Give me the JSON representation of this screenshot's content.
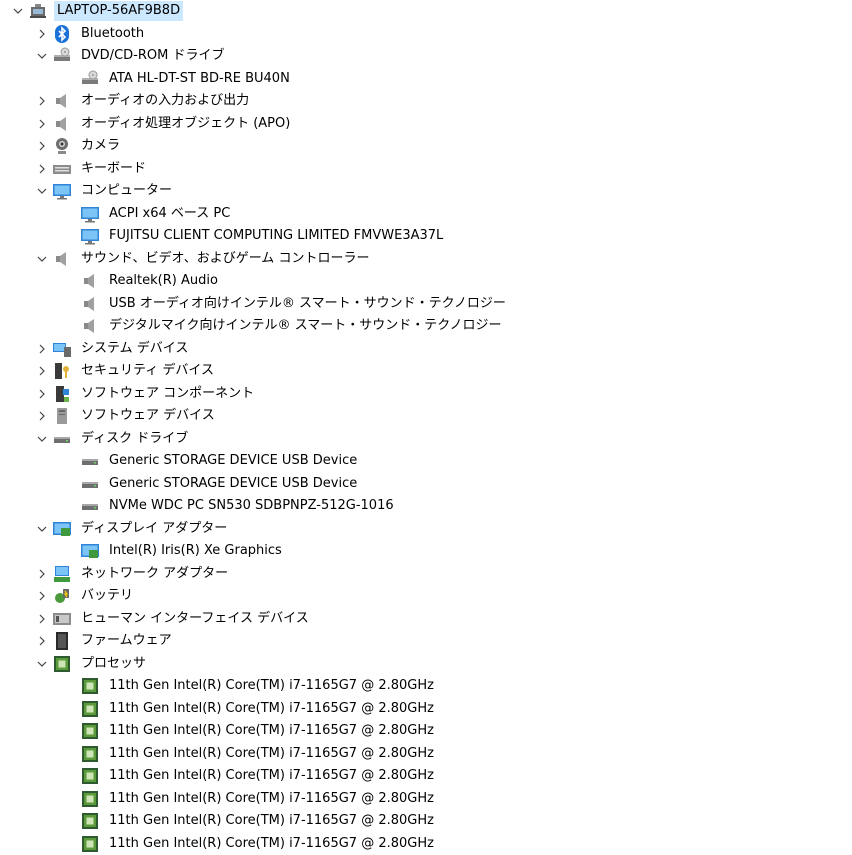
{
  "computer": {
    "name": "LAPTOP-56AF9B8D",
    "expanded": true,
    "icon": "computer-root-icon"
  },
  "categories": [
    {
      "label": "Bluetooth",
      "expanded": false,
      "icon": "bluetooth-icon",
      "children": []
    },
    {
      "label": "DVD/CD-ROM ドライブ",
      "expanded": true,
      "icon": "dvd-drive-icon",
      "children": [
        {
          "label": "ATA HL-DT-ST BD-RE BU40N",
          "icon": "dvd-drive-icon"
        }
      ]
    },
    {
      "label": "オーディオの入力および出力",
      "expanded": false,
      "icon": "speaker-icon",
      "children": []
    },
    {
      "label": "オーディオ処理オブジェクト (APO)",
      "expanded": false,
      "icon": "speaker-icon",
      "children": []
    },
    {
      "label": "カメラ",
      "expanded": false,
      "icon": "webcam-icon",
      "children": []
    },
    {
      "label": "キーボード",
      "expanded": false,
      "icon": "keyboard-icon",
      "children": []
    },
    {
      "label": "コンピューター",
      "expanded": true,
      "icon": "monitor-icon",
      "children": [
        {
          "label": "ACPI x64 ベース PC",
          "icon": "monitor-icon"
        },
        {
          "label": "FUJITSU CLIENT COMPUTING LIMITED FMVWE3A37L",
          "icon": "monitor-icon"
        }
      ]
    },
    {
      "label": "サウンド、ビデオ、およびゲーム コントローラー",
      "expanded": true,
      "icon": "speaker-icon",
      "children": [
        {
          "label": "Realtek(R) Audio",
          "icon": "speaker-icon"
        },
        {
          "label": "USB オーディオ向けインテル® スマート・サウンド・テクノロジー",
          "icon": "speaker-icon"
        },
        {
          "label": "デジタルマイク向けインテル® スマート・サウンド・テクノロジー",
          "icon": "speaker-icon"
        }
      ]
    },
    {
      "label": "システム デバイス",
      "expanded": false,
      "icon": "system-devices-icon",
      "children": []
    },
    {
      "label": "セキュリティ デバイス",
      "expanded": false,
      "icon": "security-key-icon",
      "children": []
    },
    {
      "label": "ソフトウェア コンポーネント",
      "expanded": false,
      "icon": "software-component-icon",
      "children": []
    },
    {
      "label": "ソフトウェア デバイス",
      "expanded": false,
      "icon": "software-device-icon",
      "children": []
    },
    {
      "label": "ディスク ドライブ",
      "expanded": true,
      "icon": "disk-drive-icon",
      "children": [
        {
          "label": "Generic STORAGE DEVICE USB Device",
          "icon": "disk-drive-icon"
        },
        {
          "label": "Generic STORAGE DEVICE USB Device",
          "icon": "disk-drive-icon"
        },
        {
          "label": "NVMe WDC PC SN530 SDBPNPZ-512G-1016",
          "icon": "disk-drive-icon"
        }
      ]
    },
    {
      "label": "ディスプレイ アダプター",
      "expanded": true,
      "icon": "display-adapter-icon",
      "children": [
        {
          "label": "Intel(R) Iris(R) Xe Graphics",
          "icon": "display-adapter-icon"
        }
      ]
    },
    {
      "label": "ネットワーク アダプター",
      "expanded": false,
      "icon": "network-adapter-icon",
      "children": []
    },
    {
      "label": "バッテリ",
      "expanded": false,
      "icon": "battery-icon",
      "children": []
    },
    {
      "label": "ヒューマン インターフェイス デバイス",
      "expanded": false,
      "icon": "hid-icon",
      "children": []
    },
    {
      "label": "ファームウェア",
      "expanded": false,
      "icon": "firmware-icon",
      "children": []
    },
    {
      "label": "プロセッサ",
      "expanded": true,
      "icon": "processor-icon",
      "children": [
        {
          "label": "11th Gen Intel(R) Core(TM) i7-1165G7 @ 2.80GHz",
          "icon": "processor-icon"
        },
        {
          "label": "11th Gen Intel(R) Core(TM) i7-1165G7 @ 2.80GHz",
          "icon": "processor-icon"
        },
        {
          "label": "11th Gen Intel(R) Core(TM) i7-1165G7 @ 2.80GHz",
          "icon": "processor-icon"
        },
        {
          "label": "11th Gen Intel(R) Core(TM) i7-1165G7 @ 2.80GHz",
          "icon": "processor-icon"
        },
        {
          "label": "11th Gen Intel(R) Core(TM) i7-1165G7 @ 2.80GHz",
          "icon": "processor-icon"
        },
        {
          "label": "11th Gen Intel(R) Core(TM) i7-1165G7 @ 2.80GHz",
          "icon": "processor-icon"
        },
        {
          "label": "11th Gen Intel(R) Core(TM) i7-1165G7 @ 2.80GHz",
          "icon": "processor-icon"
        },
        {
          "label": "11th Gen Intel(R) Core(TM) i7-1165G7 @ 2.80GHz",
          "icon": "processor-icon"
        }
      ]
    }
  ]
}
